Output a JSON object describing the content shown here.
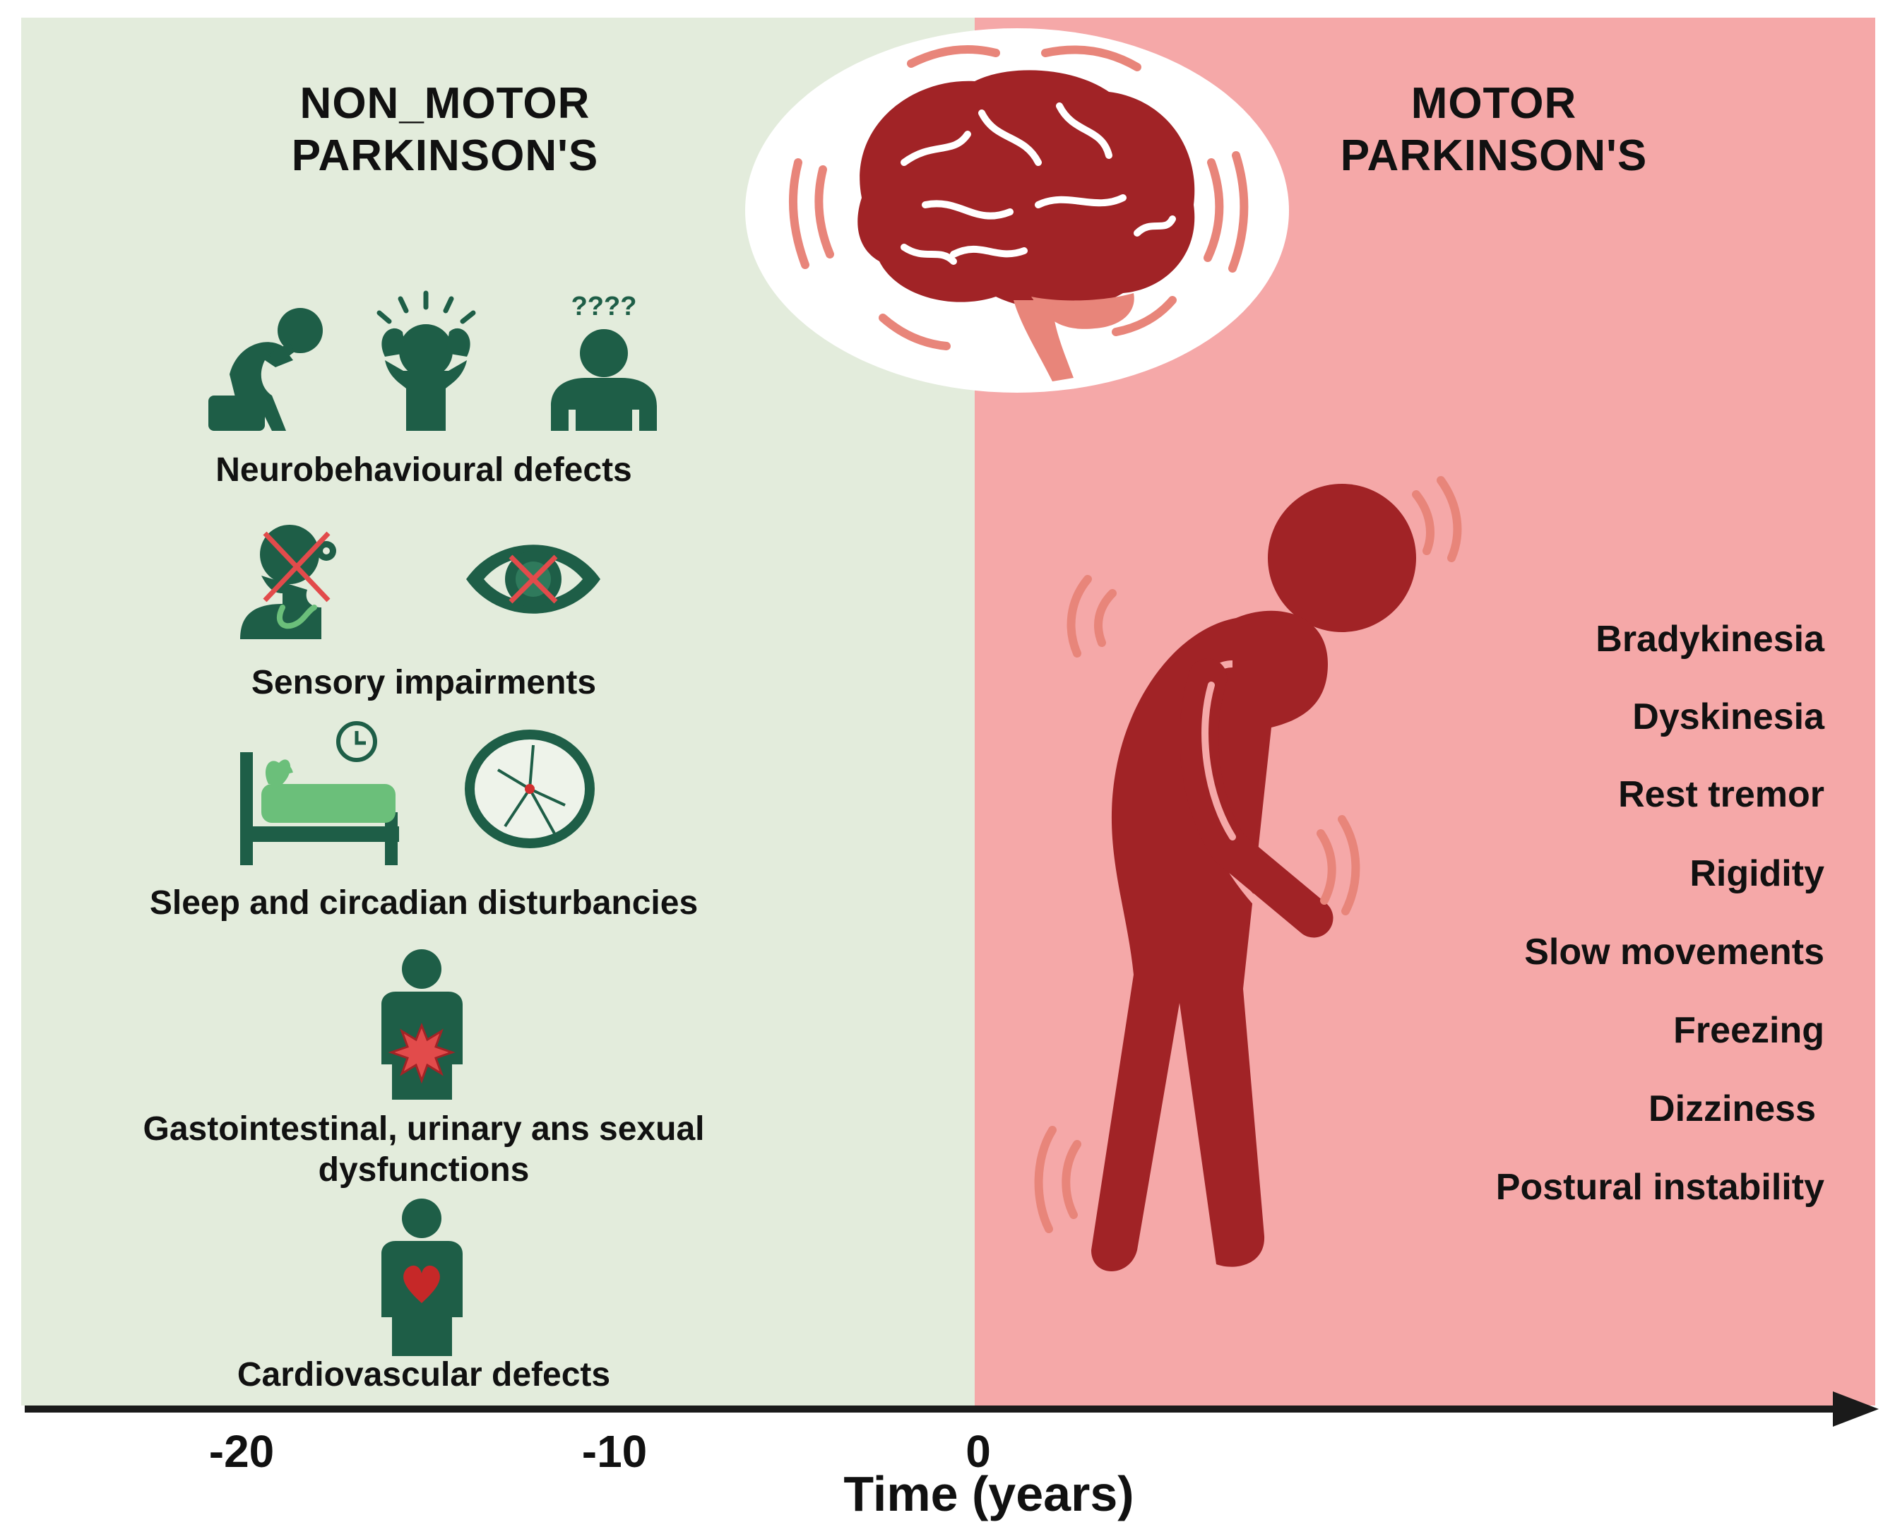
{
  "headings": {
    "non_motor": [
      "NON_MOTOR",
      "PARKINSON'S"
    ],
    "motor": [
      "MOTOR",
      "PARKINSON'S"
    ]
  },
  "non_motor_categories": [
    {
      "label": "Neurobehavioural defects",
      "icons": [
        "sad-person-icon",
        "stressed-person-icon",
        "confused-person-icon"
      ],
      "icon_text": "????"
    },
    {
      "label": "Sensory impairments",
      "icons": [
        "smell-loss-icon",
        "vision-loss-icon"
      ]
    },
    {
      "label": "Sleep and circadian disturbancies",
      "icons": [
        "bed-sleep-icon",
        "broken-clock-icon"
      ]
    },
    {
      "label_lines": [
        "Gastointestinal, urinary ans sexual",
        "dysfunctions"
      ],
      "icons": [
        "stomach-pain-icon"
      ]
    },
    {
      "label": "Cardiovascular defects",
      "icons": [
        "heart-person-icon"
      ]
    }
  ],
  "motor_symptoms": [
    "Bradykinesia",
    "Dyskinesia",
    "Rest tremor",
    "Rigidity",
    "Slow movements",
    "Freezing",
    "Dizziness",
    "Postural instability"
  ],
  "timeline": {
    "ticks": [
      "-20",
      "-10",
      "0"
    ],
    "title": "Time (years)"
  },
  "colors": {
    "non_motor_bg": "#e3ecdc",
    "motor_bg": "#f5a8a8",
    "green_icon": "#1e5e47",
    "dark_red": "#a12326",
    "salmon": "#e8857a"
  }
}
